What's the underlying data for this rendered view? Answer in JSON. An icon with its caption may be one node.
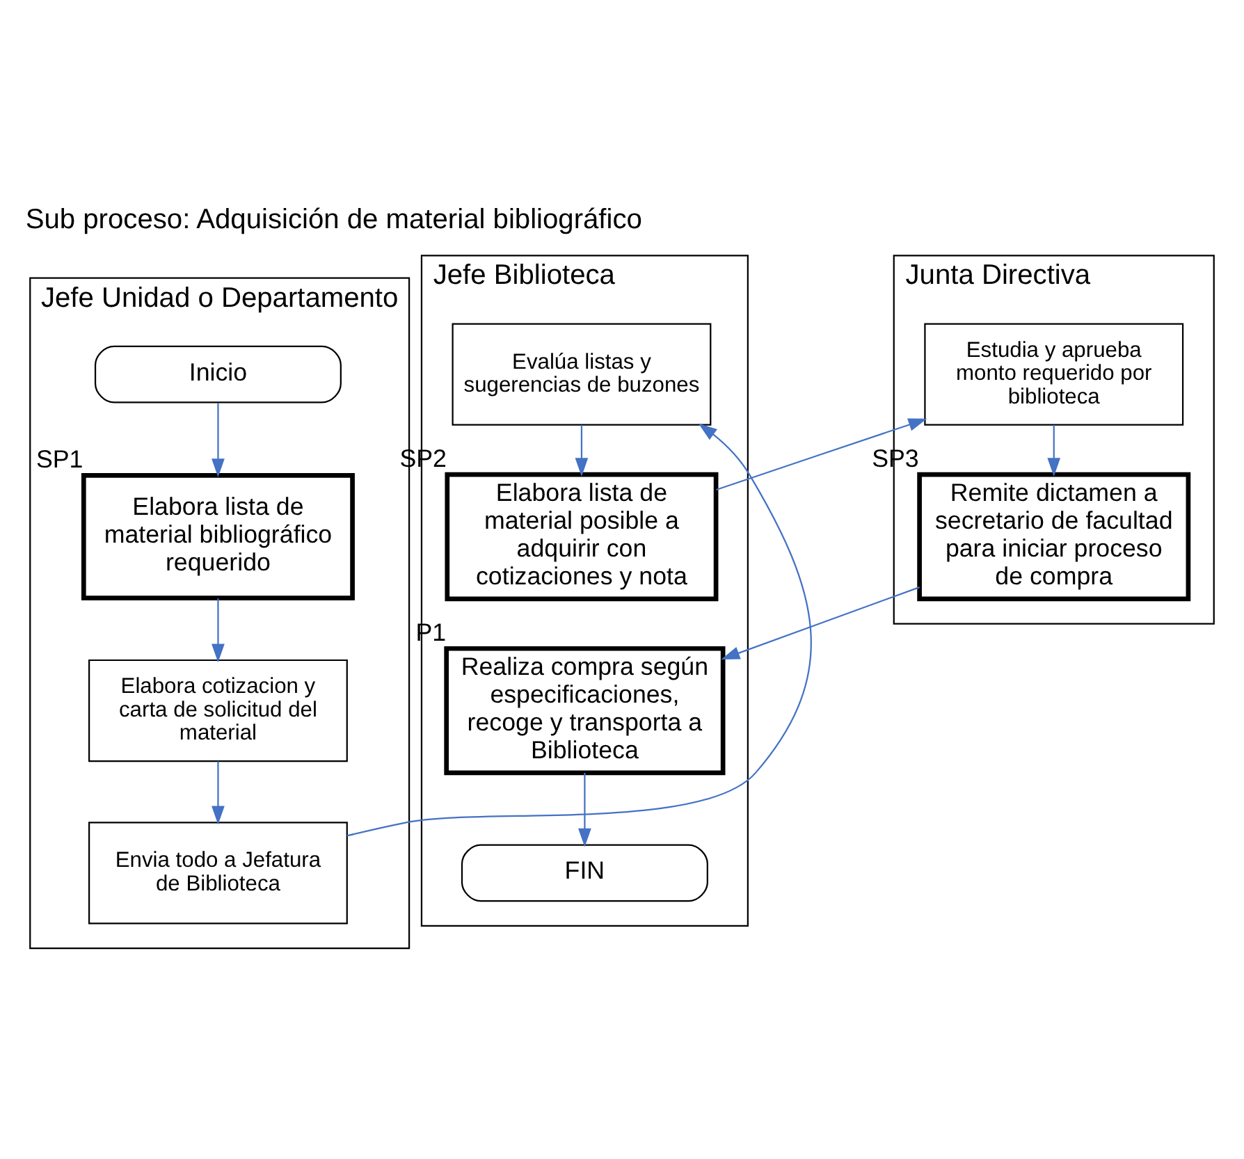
{
  "diagram": {
    "title": "Sub proceso: Adquisición de material bibliográfico",
    "nodes": [
      {
        "text": [
          "Jefe Unidad o Departamento"
        ]
      },
      {
        "text": [
          "Inicio"
        ],
        "in": 0
      },
      {
        "text": [
          "Elabora lista de material bibliográfico requerido"
        ],
        "beside": [
          "SP1"
        ],
        "in": 0
      },
      {
        "text": [
          "Elabora cotizacion y carta de solicitud del material"
        ],
        "in": 0
      },
      {
        "text": [
          "Envia todo a Jefatura de Biblioteca"
        ],
        "in": 0
      },
      {
        "text": [
          "Jefe Biblioteca"
        ]
      },
      {
        "text": [
          "Evalúa listas y sugerencias de buzones"
        ],
        "in": 5
      },
      {
        "text": [
          "Elabora lista de material posible a adquirir con cotizaciones y nota"
        ],
        "beside": [
          "SP2"
        ],
        "in": 5
      },
      {
        "text": [
          "Realiza compra según especificaciones, recoge y transporta a Biblioteca"
        ],
        "beside": [
          "P1"
        ],
        "in": 5
      },
      {
        "text": [
          "FIN"
        ],
        "in": 5
      },
      {
        "text": [
          "Junta Directiva"
        ]
      },
      {
        "text": [
          "Estudia y aprueba monto requerido por biblioteca"
        ],
        "in": 10
      },
      {
        "text": [
          "Remite dictamen a secretario de facultad para iniciar proceso de compra"
        ],
        "beside": [
          "SP3"
        ],
        "in": 10
      }
    ],
    "edges": [
      {
        "from": 1,
        "to": 2,
        "arrow": "to"
      },
      {
        "from": 2,
        "to": 3,
        "arrow": "to"
      },
      {
        "from": 3,
        "to": 4,
        "arrow": "to"
      },
      {
        "from": 4,
        "to": 6,
        "arrow": "to"
      },
      {
        "from": 6,
        "to": 7,
        "arrow": "to"
      },
      {
        "from": 7,
        "to": 11,
        "arrow": "to"
      },
      {
        "from": 11,
        "to": 12,
        "arrow": "to"
      },
      {
        "from": 12,
        "to": 8,
        "arrow": "to"
      },
      {
        "from": 8,
        "to": 9,
        "arrow": "to"
      }
    ]
  }
}
